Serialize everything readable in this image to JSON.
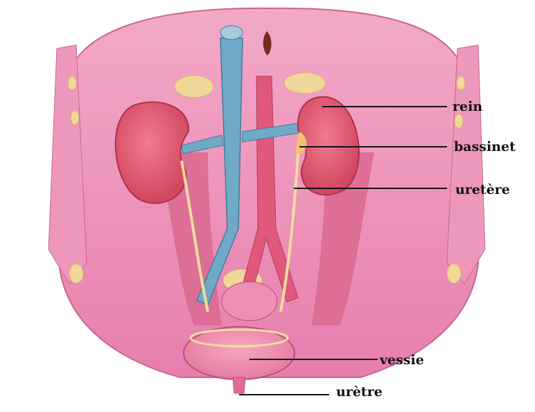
{
  "labels": {
    "rein": "rein",
    "bassinet": "bassinet",
    "uretere": "uretère",
    "vessie": "vessie",
    "uretre": "urètre"
  },
  "colors": {
    "tissue": "#e889b4",
    "tissue_light": "#f3b6d0",
    "kidney": "#e35a78",
    "vein": "#6fa9c6",
    "fat": "#f1d79a",
    "line": "#111111"
  }
}
